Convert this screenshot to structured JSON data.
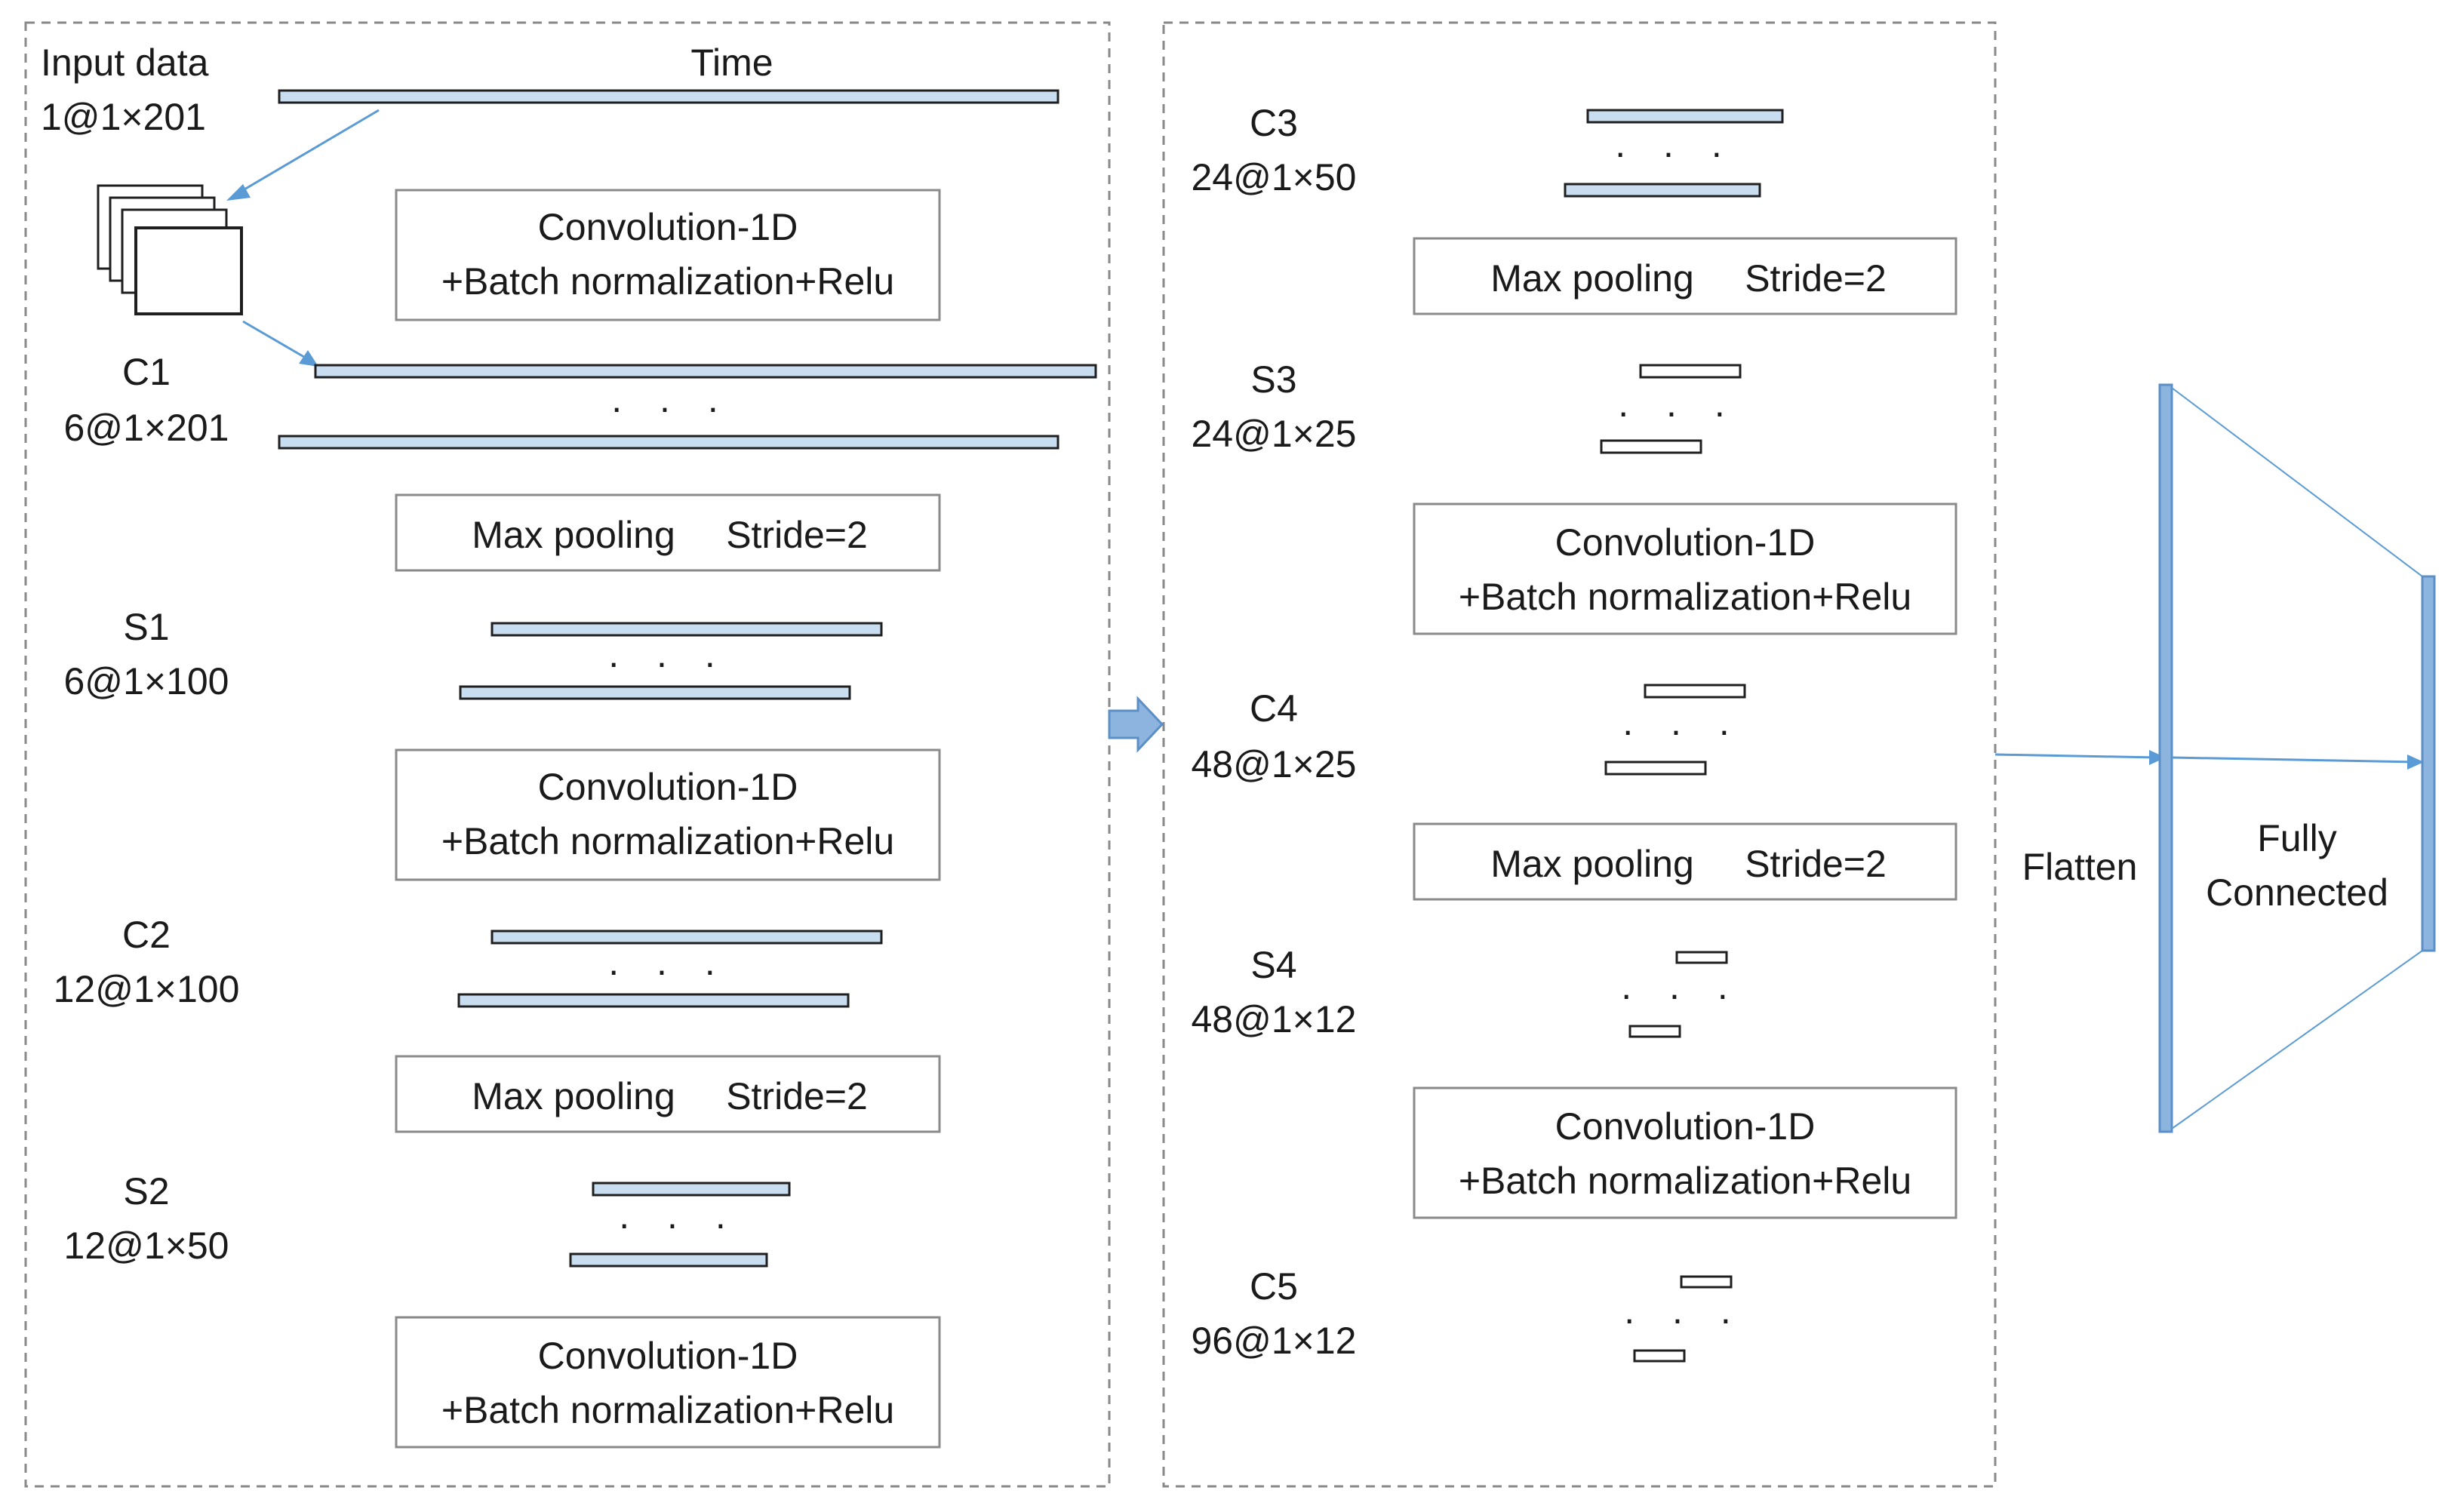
{
  "colors": {
    "bar_fill": "#c9ddf0",
    "bar_stroke": "#1f1f1f",
    "accent": "#5b9bd5",
    "panel_border": "#8a8a8a"
  },
  "input": {
    "label": "Input data",
    "size": "1@1×201",
    "time_label": "Time"
  },
  "ellipsis": ". . .",
  "layers": {
    "c1": {
      "name": "C1",
      "size": "6@1×201"
    },
    "s1": {
      "name": "S1",
      "size": "6@1×100"
    },
    "c2": {
      "name": "C2",
      "size": "12@1×100"
    },
    "s2": {
      "name": "S2",
      "size": "12@1×50"
    },
    "c3": {
      "name": "C3",
      "size": "24@1×50"
    },
    "s3": {
      "name": "S3",
      "size": "24@1×25"
    },
    "c4": {
      "name": "C4",
      "size": "48@1×25"
    },
    "s4": {
      "name": "S4",
      "size": "48@1×12"
    },
    "c5": {
      "name": "C5",
      "size": "96@1×12"
    }
  },
  "ops": {
    "conv_line1": "Convolution-1D",
    "conv_line2": "+Batch normalization+Relu",
    "pool_label": "Max pooling",
    "pool_stride": "Stride=2"
  },
  "head": {
    "flatten": "Flatten",
    "fc_line1": "Fully",
    "fc_line2": "Connected"
  }
}
